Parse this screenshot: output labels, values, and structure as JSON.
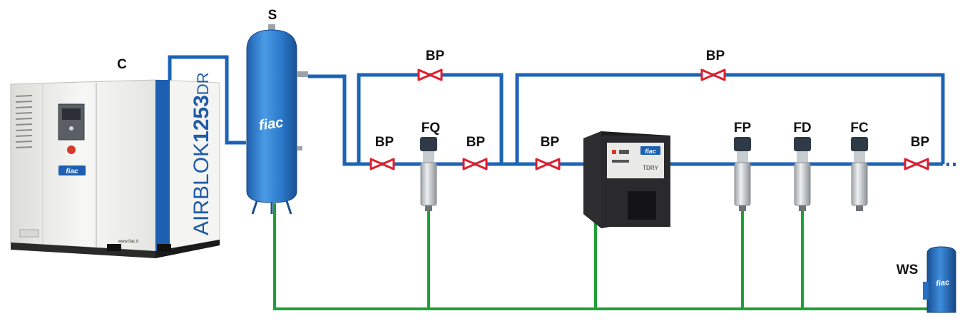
{
  "colors": {
    "air_pipe": "#1c63b7",
    "drain_pipe": "#1fa035",
    "valve": "#e01e2e",
    "tank": "#2d7fd0",
    "compressor_body": "#f1f1ef",
    "compressor_stripe": "#1d5fb0",
    "dryer_body": "#2a2a2c"
  },
  "labels": {
    "compressor": "C",
    "tank": "S",
    "bypass_top_left": "BP",
    "bypass_top_right": "BP",
    "valve_before_fq": "BP",
    "filter_fq": "FQ",
    "valve_after_fq": "BP",
    "valve_before_dryer": "BP",
    "filter_fp": "FP",
    "filter_fd": "FD",
    "filter_fc": "FC",
    "valve_outlet": "BP",
    "water_separator": "WS"
  },
  "branding": {
    "compressor_model_prefix": "AIRBLOK",
    "compressor_model_number": "1253",
    "compressor_model_suffix": "DR",
    "brand": "fiac",
    "website": "www.fiac.it",
    "dryer_model": "TDRY"
  }
}
